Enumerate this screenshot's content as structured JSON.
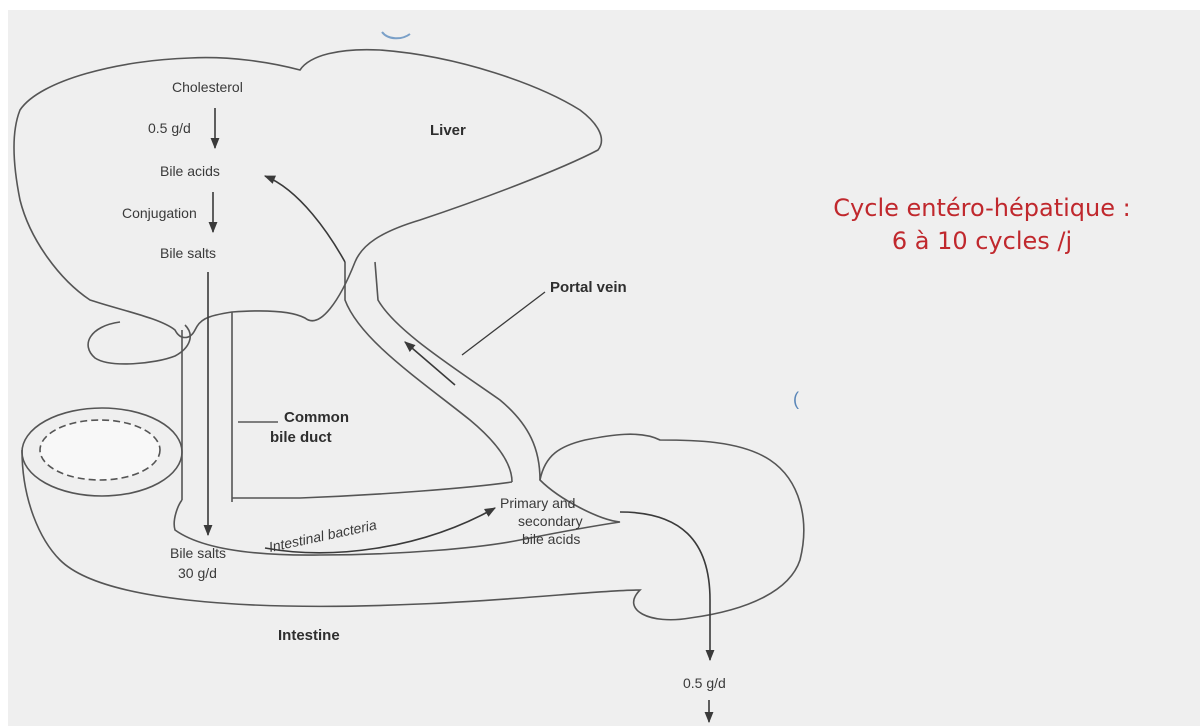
{
  "diagram": {
    "labels": {
      "cholesterol": "Cholesterol",
      "rate_top": "0.5 g/d",
      "bile_acids": "Bile acids",
      "conjugation": "Conjugation",
      "bile_salts_top": "Bile salts",
      "liver": "Liver",
      "portal_vein": "Portal vein",
      "common_bile_duct_1": "Common",
      "common_bile_duct_2": "bile duct",
      "primary_1": "Primary and",
      "primary_2": "secondary",
      "primary_3": "bile acids",
      "intestinal_bacteria": "Intestinal bacteria",
      "bile_salts_bottom": "Bile salts",
      "bile_salts_rate": "30 g/d",
      "intestine": "Intestine",
      "rate_bottom": "0.5 g/d"
    }
  },
  "annotation": {
    "line1": "Cycle entéro-hépatique :",
    "line2": "6 à 10 cycles /j",
    "color": "#c0282d"
  }
}
